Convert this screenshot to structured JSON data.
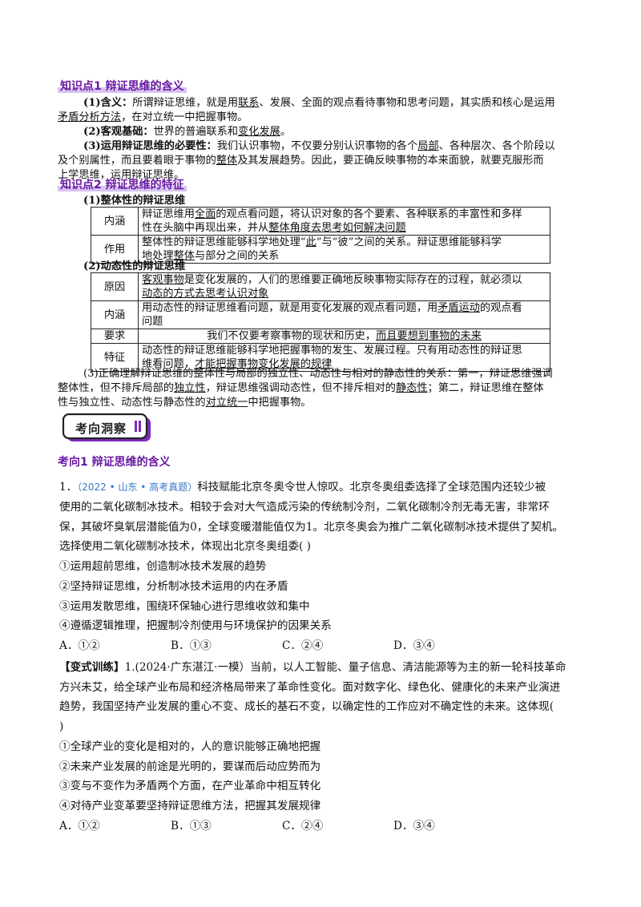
{
  "section1": {
    "heading": "知识点1  辩证思维的含义",
    "p1_label": "(1)含义：",
    "p1_a": "所谓辩证思维，就是用",
    "p1_u1": "联系",
    "p1_b": "、发展、全面的观点看待事物和思考问题，其实质和核心是运用",
    "p1_u2": "矛盾分析方法",
    "p1_c": "，在对立统一中把握事物。",
    "p2_label": "(2)客观基础：",
    "p2_a": "世界的普遍联系和",
    "p2_u": "变化发展",
    "p2_b": "。",
    "p3_label": "(3)运用辩证思维的必要性：",
    "p3_a": "我们认识事物，不仅要分别认识事物的各个",
    "p3_u1": "局部",
    "p3_b": "、各种层次、各个阶段以",
    "p3_c": "及个别属性，而且要着眼于事物的",
    "p3_u2": "整体",
    "p3_d": "及其发展趋势。因此，要正确反映事物的本来面貌，就要克服形而",
    "p3_e": "上学思维，运用辩证思维。"
  },
  "section2": {
    "heading": "知识点2  辩证思维的特征",
    "sub1": "(1)整体性的辩证思维",
    "t1": {
      "r1_label": "内涵",
      "r1_a": "辩证思维用",
      "r1_u": "全面",
      "r1_b": "的观点看问题，将认识对象的各个要素、各种联系的丰富性和多样",
      "r1_c": "性在头脑中再现出来，并从",
      "r1_u2": "整体角度去思考如何解决问题",
      "r2_label": "作用",
      "r2_a": "整体性的辩证思维能够科学地处理“",
      "r2_u": "此",
      "r2_b": "”与“彼”之间的关系。辩证思维能够科学",
      "r2_c": "地处理",
      "r2_u2": "整体",
      "r2_d": "与部分之间的关系"
    },
    "sub2": "(2)动态性的辩证思维",
    "t2": {
      "r1_label": "原因",
      "r1_u": "客观事物",
      "r1_a": "是变化发展的，人们的思维要正确地反映事物实际存在的过程，就必须以",
      "r1_u2": "动态的方式去思考认识对象",
      "r2_label": "内涵",
      "r2_a": "用动态性的辩证思维看问题，就是用变化发展的观点看问题，用",
      "r2_u": "矛盾运动",
      "r2_b": "的观点看",
      "r2_c": "问题",
      "r3_label": "要求",
      "r3_a": "我们不仅要考察事物的现状和历史，",
      "r3_u": "而且要想到事物的未来",
      "r4_label": "特征",
      "r4_a": "动态性的辩证思维能够科学地把握事物的发生、发展过程。只有用动态性的辩证思",
      "r4_b": "维看问题，",
      "r4_u": "才能把握事物变化发展的规律"
    },
    "p3_a": "(3)正确理解辩证思维的整体性与局部的独立性、动态性与相对的静态性的关系：第一，辩证思维强调",
    "p3_b": "整体性，但不排斥局部的",
    "p3_u1": "独立性",
    "p3_c": "，辩证思维强调动态性，但不排斥相对的",
    "p3_u2": "静态性",
    "p3_d": "；第二，辩证思维在整体",
    "p3_e": "性与独立性、动态性与静态性的",
    "p3_u3": "对立统一",
    "p3_f": "中把握事物。"
  },
  "badge": {
    "label": "考向洞察",
    "color": "#7b2cbf"
  },
  "topic1": {
    "heading": "考向1  辩证思维的含义",
    "q1": {
      "num": "1．",
      "source": "（2022 • 山东 • 高考真题）",
      "l1": "科技赋能北京冬奥令世人惊叹。北京冬奥组委选择了全球范围内还较少被",
      "l2": "使用的二氧化碳制冰技术。相较于会对大气造成污染的传统制冷剂，二氧化碳制冷剂无毒无害，非常环",
      "l3": "保，其破坏臭氧层潜能值为0，全球变暖潜能值仅为1。北京冬奥会为推广二氧化碳制冰技术提供了契机。",
      "l4": "选择使用二氧化碳制冰技术，体现出北京冬奥组委(      )",
      "o1": "①运用超前思维，创造制冰技术发展的趋势",
      "o2": "②坚持辩证思维，分析制冰技术运用的内在矛盾",
      "o3": "③运用发散思维，围绕环保轴心进行思维收敛和集中",
      "o4": "④遵循逻辑推理，把握制冷剂使用与环境保护的因果关系",
      "a": "A．①②",
      "b": "B．①③",
      "c": "C．②④",
      "d": "D．③④"
    },
    "q2": {
      "tag": "【变式训练】",
      "l1": "1.(2024·广东湛江·一模）当前，以人工智能、量子信息、清洁能源等为主的新一轮科技革命",
      "l2": "方兴未艾，给全球产业布局和经济格局带来了革命性变化。面对数字化、绿色化、健康化的未来产业演进",
      "l3": "趋势，我国坚持产业发展的重心不变、成长的基石不变，以确定性的工作应对不确定性的未来。这体现(",
      "l4": ")",
      "o1": "①全球产业的变化是相对的，人的意识能够正确地把握",
      "o2": "②未来产业发展的前途是光明的，要谋而后动应势而为",
      "o3": "③变与不变作为矛盾两个方面，在产业革命中相互转化",
      "o4": "④对待产业变革要坚持辩证思维方法，把握其发展规律",
      "a": "A．①②",
      "b": "B．①③",
      "c": "C．②④",
      "d": "D．③④"
    }
  }
}
